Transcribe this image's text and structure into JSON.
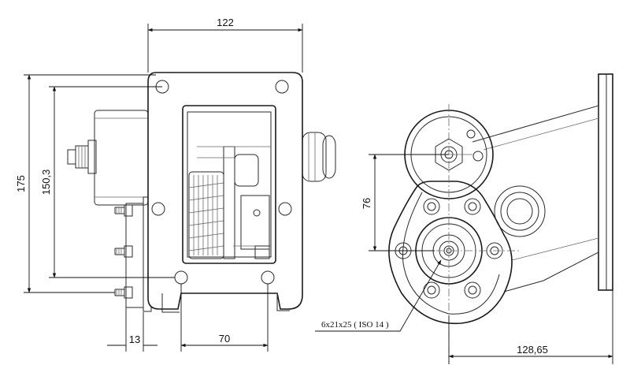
{
  "drawing": {
    "dimensions": {
      "overall_width": "122",
      "overall_height": "175",
      "bolt_spacing_vertical": "150,3",
      "flange_offset": "13",
      "bolt_spacing_horizontal": "70",
      "shaft_center_height": "76",
      "side_depth": "128,65"
    },
    "callouts": {
      "spline_spec": "6x21x25 ( ISO 14 )"
    }
  }
}
